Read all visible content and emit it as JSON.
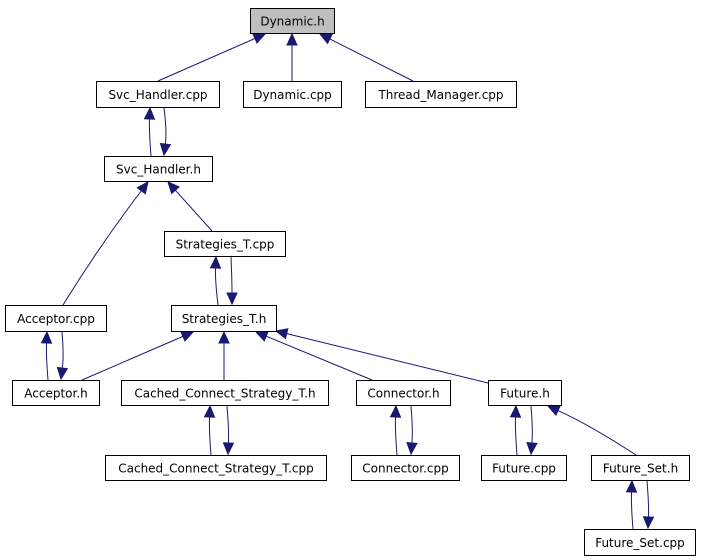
{
  "title": "Include dependency graph for Dynamic.h",
  "colors": {
    "edge": "#191970",
    "root_fill": "#bfbfbf",
    "node_fill": "#ffffff",
    "border": "#000000"
  },
  "nodes": [
    {
      "id": "dynamic_h",
      "label": "Dynamic.h",
      "root": true
    },
    {
      "id": "svc_handler_cpp",
      "label": "Svc_Handler.cpp"
    },
    {
      "id": "dynamic_cpp",
      "label": "Dynamic.cpp"
    },
    {
      "id": "thread_manager_cpp",
      "label": "Thread_Manager.cpp"
    },
    {
      "id": "svc_handler_h",
      "label": "Svc_Handler.h"
    },
    {
      "id": "strategies_t_cpp",
      "label": "Strategies_T.cpp"
    },
    {
      "id": "acceptor_cpp",
      "label": "Acceptor.cpp"
    },
    {
      "id": "strategies_t_h",
      "label": "Strategies_T.h"
    },
    {
      "id": "acceptor_h",
      "label": "Acceptor.h"
    },
    {
      "id": "cached_connect_strategy_t_h",
      "label": "Cached_Connect_Strategy_T.h"
    },
    {
      "id": "connector_h",
      "label": "Connector.h"
    },
    {
      "id": "future_h",
      "label": "Future.h"
    },
    {
      "id": "cached_connect_strategy_t_cpp",
      "label": "Cached_Connect_Strategy_T.cpp"
    },
    {
      "id": "connector_cpp",
      "label": "Connector.cpp"
    },
    {
      "id": "future_cpp",
      "label": "Future.cpp"
    },
    {
      "id": "future_set_h",
      "label": "Future_Set.h"
    },
    {
      "id": "future_set_cpp",
      "label": "Future_Set.cpp"
    }
  ],
  "edges": [
    {
      "from": "svc_handler_cpp",
      "to": "dynamic_h"
    },
    {
      "from": "dynamic_cpp",
      "to": "dynamic_h"
    },
    {
      "from": "thread_manager_cpp",
      "to": "dynamic_h"
    },
    {
      "from": "svc_handler_h",
      "to": "svc_handler_cpp"
    },
    {
      "from": "svc_handler_cpp",
      "to": "svc_handler_h"
    },
    {
      "from": "acceptor_cpp",
      "to": "svc_handler_h"
    },
    {
      "from": "strategies_t_cpp",
      "to": "svc_handler_h"
    },
    {
      "from": "strategies_t_h",
      "to": "strategies_t_cpp"
    },
    {
      "from": "strategies_t_cpp",
      "to": "strategies_t_h"
    },
    {
      "from": "acceptor_h",
      "to": "acceptor_cpp"
    },
    {
      "from": "acceptor_cpp",
      "to": "acceptor_h"
    },
    {
      "from": "acceptor_h",
      "to": "strategies_t_h"
    },
    {
      "from": "cached_connect_strategy_t_h",
      "to": "strategies_t_h"
    },
    {
      "from": "connector_h",
      "to": "strategies_t_h"
    },
    {
      "from": "future_h",
      "to": "strategies_t_h"
    },
    {
      "from": "cached_connect_strategy_t_cpp",
      "to": "cached_connect_strategy_t_h"
    },
    {
      "from": "cached_connect_strategy_t_h",
      "to": "cached_connect_strategy_t_cpp"
    },
    {
      "from": "connector_cpp",
      "to": "connector_h"
    },
    {
      "from": "connector_h",
      "to": "connector_cpp"
    },
    {
      "from": "future_cpp",
      "to": "future_h"
    },
    {
      "from": "future_h",
      "to": "future_cpp"
    },
    {
      "from": "future_set_h",
      "to": "future_h"
    },
    {
      "from": "future_set_cpp",
      "to": "future_set_h"
    },
    {
      "from": "future_set_h",
      "to": "future_set_cpp"
    }
  ]
}
